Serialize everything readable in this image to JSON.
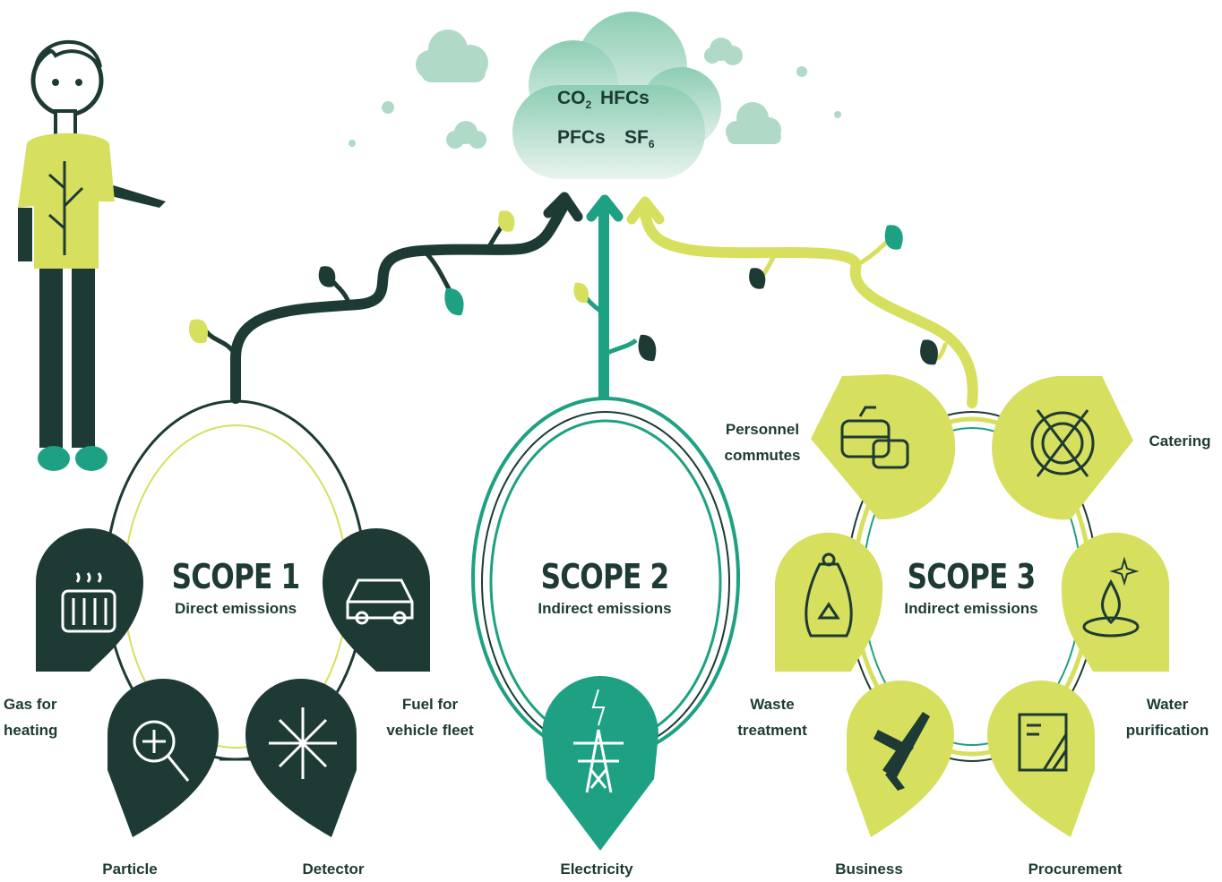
{
  "colors": {
    "dark": "#1d3a34",
    "teal": "#1ea183",
    "lime": "#d6df5e",
    "cloud": "#b8dccb"
  },
  "cloud": {
    "gases": {
      "co2_main": "CO",
      "co2_sub": "2",
      "hfcs": "HFCs",
      "pfcs": "PFCs",
      "sf6_main": "SF",
      "sf6_sub": "6"
    }
  },
  "scope1": {
    "title": "SCOPE 1",
    "subtitle": "Direct emissions",
    "items": [
      {
        "label": "Gas for\nheating",
        "icon": "radiator-icon"
      },
      {
        "label": "Fuel for\nvehicle fleet",
        "icon": "car-icon"
      },
      {
        "label": "Particle",
        "icon": "magnifier-icon"
      },
      {
        "label": "Detector",
        "icon": "snowflake-icon"
      }
    ]
  },
  "scope2": {
    "title": "SCOPE 2",
    "subtitle": "Indirect emissions",
    "items": [
      {
        "label": "Electricity",
        "icon": "pylon-icon"
      }
    ]
  },
  "scope3": {
    "title": "SCOPE 3",
    "subtitle": "Indirect emissions",
    "items": [
      {
        "label": "Personnel\ncommutes",
        "icon": "bus-car-icon"
      },
      {
        "label": "Catering",
        "icon": "plate-icon"
      },
      {
        "label": "Waste\ntreatment",
        "icon": "recycle-bag-icon"
      },
      {
        "label": "Water\npurification",
        "icon": "droplet-icon"
      },
      {
        "label": "Business",
        "icon": "airplane-icon"
      },
      {
        "label": "Procurement",
        "icon": "document-icon"
      }
    ]
  }
}
